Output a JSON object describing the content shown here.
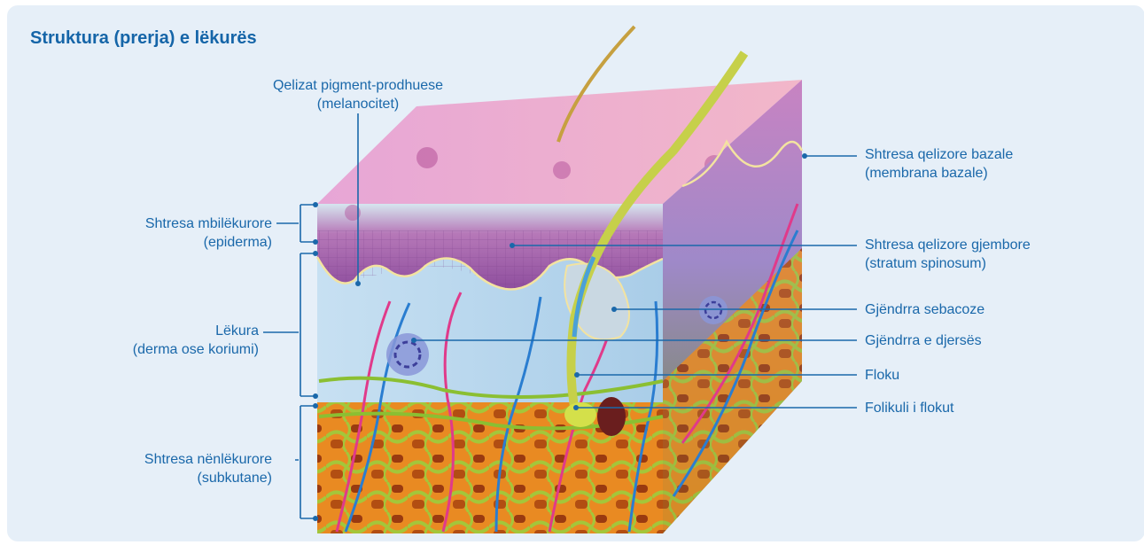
{
  "title": "Struktura (prerja) e lëkurës",
  "colors": {
    "background": "#e6eff8",
    "accent": "#1565a8",
    "label": "#1a68aa",
    "epidermis": "#a25ea8",
    "dermis": "#b4d6ec",
    "subcutis": "#e07818",
    "hair": "#c6d04a",
    "vessel_red": "#e03a8a",
    "vessel_blue": "#2a7dd0"
  },
  "labels": {
    "melanocytes": {
      "line1": "Qelizat pigment-prodhuese",
      "line2": "(melanocitet)"
    },
    "epidermis": {
      "line1": "Shtresa mbilëkurore",
      "line2": "(epiderma)"
    },
    "dermis": {
      "line1": "Lëkura",
      "line2": "(derma ose koriumi)"
    },
    "subcutis": {
      "line1": "Shtresa nënlëkurore",
      "line2": "(subkutane)"
    },
    "basal": {
      "line1": "Shtresa qelizore bazale",
      "line2": "(membrana bazale)"
    },
    "spinous": {
      "line1": "Shtresa qelizore gjembore",
      "line2": "(stratum spinosum)"
    },
    "sebaceous": {
      "line1": "Gjëndrra sebacoze"
    },
    "sweat": {
      "line1": "Gjëndrra e djersës"
    },
    "hair": {
      "line1": "Floku"
    },
    "follicle": {
      "line1": "Folikuli i flokut"
    }
  }
}
